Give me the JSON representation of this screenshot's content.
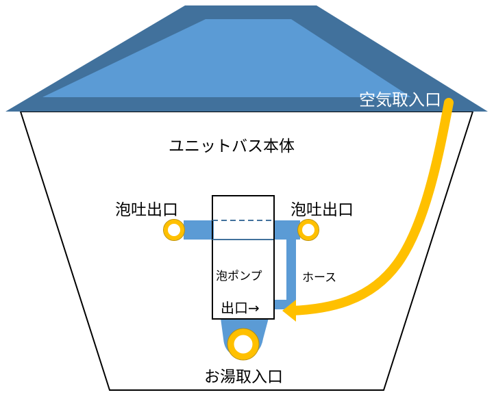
{
  "labels": {
    "unit_bath_body": "ユニットバス本体",
    "air_intake": "空気取入口",
    "bubble_outlet_left": "泡吐出口",
    "bubble_outlet_right": "泡吐出口",
    "bubble_pump": "泡ポンプ",
    "hose": "ホース",
    "pump_outlet": "出口→",
    "hot_water_intake": "お湯取入口"
  },
  "colors": {
    "roof_dark": "#41719C",
    "roof_light": "#5B9BD5",
    "pipe_blue": "#5B9BD5",
    "pipe_yellow": "#FFC000",
    "outline_black": "#000000",
    "background": "#FFFFFF"
  }
}
